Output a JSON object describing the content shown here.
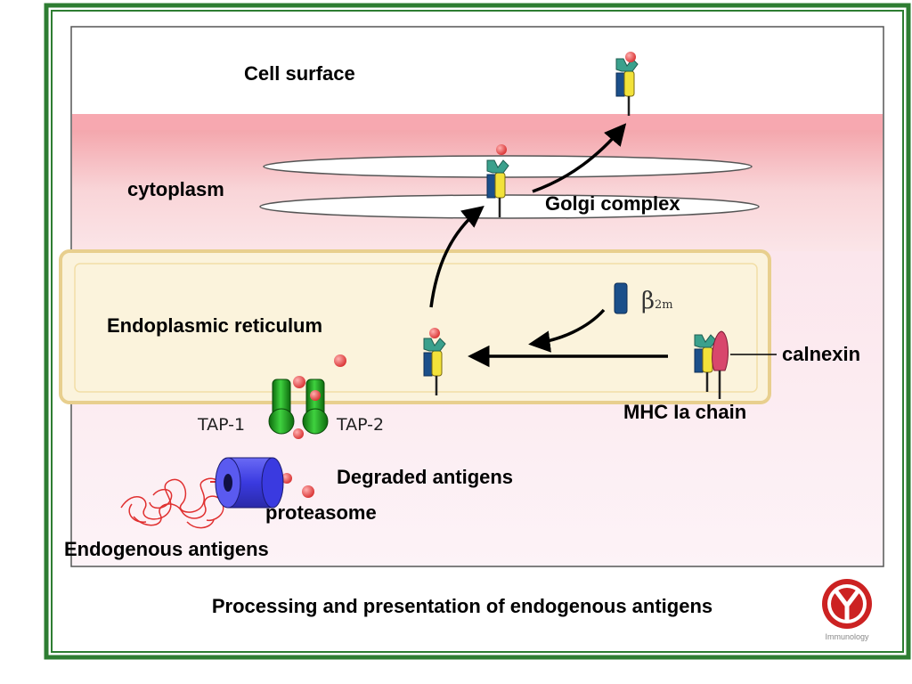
{
  "labels": {
    "cell_surface": "Cell surface",
    "cytoplasm": "cytoplasm",
    "golgi": "Golgi complex",
    "er": "Endoplasmic reticulum",
    "calnexin": "calnexin",
    "mhc_chain": "MHC Ia chain",
    "tap1": "TAP-1",
    "tap2": "TAP-2",
    "degraded": "Degraded antigens",
    "proteasome": "proteasome",
    "endogenous": "Endogenous antigens",
    "b2m_symbol": "β",
    "b2m_sub": "2m"
  },
  "caption": "Processing and presentation of endogenous antigens",
  "logo": {
    "text": "Immunology"
  },
  "colors": {
    "frame_green": "#2e7d32",
    "membrane_pink": "#f6c6cc",
    "er_fill": "#fbf3dc",
    "er_border": "#e8cf8e",
    "mhc_blue": "#1b4f8a",
    "mhc_yellow": "#f2e23a",
    "mhc_teal": "#3aa08c",
    "peptide_red": "#e84a4a",
    "calnexin_pink": "#d8476c",
    "tap_green": "#1aa31a",
    "proteasome_blue": "#4444dd",
    "logo_red": "#cc2222"
  }
}
